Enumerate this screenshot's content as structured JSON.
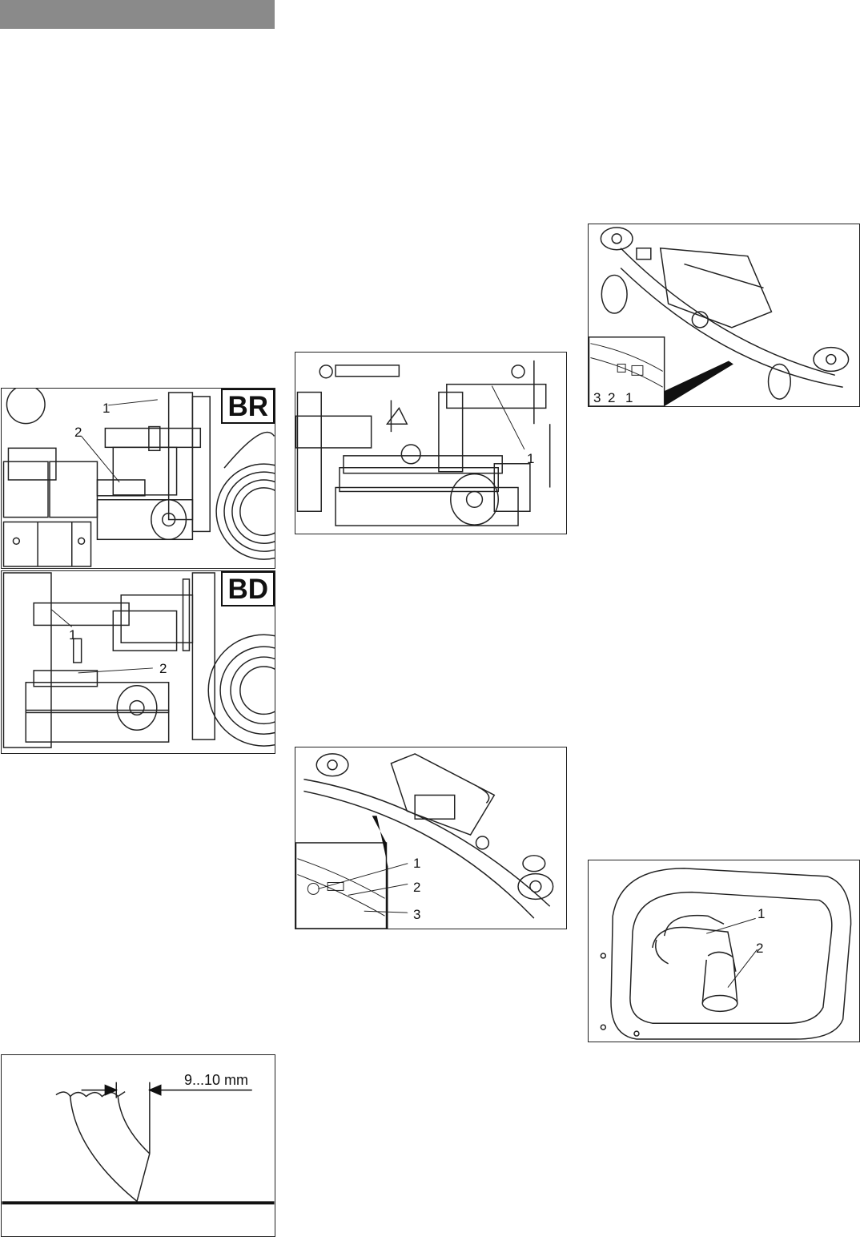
{
  "header": {
    "color": "#8a8a8a"
  },
  "figures": {
    "br": {
      "badge": "BR",
      "callouts": [
        "1",
        "2"
      ]
    },
    "bd": {
      "badge": "BD",
      "callouts": [
        "1",
        "2"
      ]
    },
    "brush_adjust": {
      "callouts": [
        "1"
      ]
    },
    "squeegee_bottom": {
      "callouts": [
        "3",
        "2",
        "1"
      ]
    },
    "squeegee_top": {
      "callouts": [
        "1",
        "2",
        "3"
      ]
    },
    "tank_filter": {
      "callouts": [
        "1",
        "2"
      ]
    },
    "lip_profile": {
      "dimension": "9...10 mm"
    }
  }
}
